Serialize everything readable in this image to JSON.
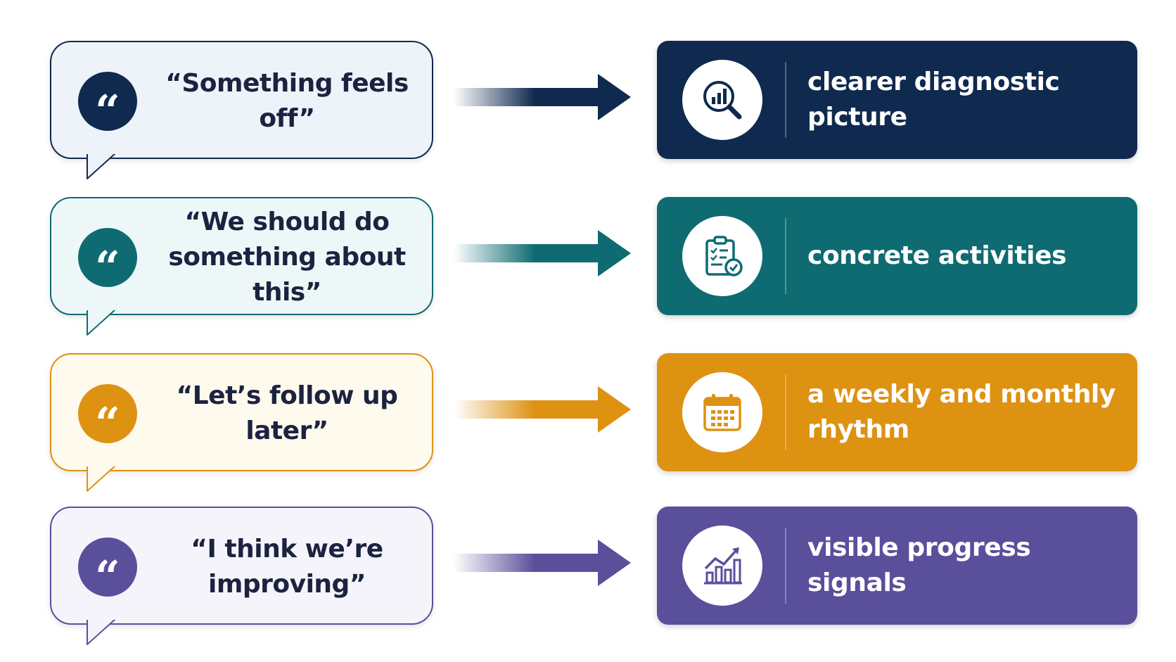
{
  "rows": [
    {
      "quote": "“Something feels off”",
      "result": "clearer diagnostic picture",
      "accent": "#0f2a4e",
      "bubble_bg": "#eef3fa",
      "quote_icon": "quote-icon",
      "result_icon": "magnifier-chart-icon"
    },
    {
      "quote": "“We should do something about this”",
      "result": "concrete activities",
      "accent": "#0f6b72",
      "bubble_bg": "#eef7f8",
      "quote_icon": "quote-icon",
      "result_icon": "clipboard-checklist-icon"
    },
    {
      "quote": "“Let’s follow up later”",
      "result": "a weekly and monthly rhythm",
      "accent": "#dd9212",
      "bubble_bg": "#fffaee",
      "quote_icon": "quote-icon",
      "result_icon": "calendar-icon"
    },
    {
      "quote": "“I think we’re improving”",
      "result": "visible progress signals",
      "accent": "#5a4f9b",
      "bubble_bg": "#f5f4fb",
      "quote_icon": "quote-icon",
      "result_icon": "rising-chart-icon"
    }
  ]
}
